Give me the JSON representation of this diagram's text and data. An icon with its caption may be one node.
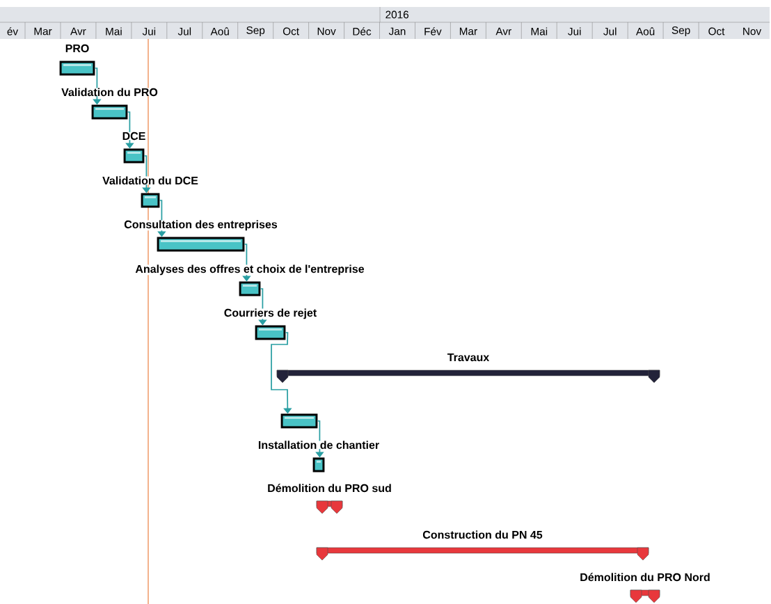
{
  "diagram": {
    "nodes": [
      {
        "text": [
          "PRO"
        ]
      },
      {
        "text": [
          "Validation du PRO"
        ]
      },
      {
        "text": [
          "DCE"
        ]
      },
      {
        "text": [
          "Validation du DCE"
        ]
      },
      {
        "text": [
          "Consultation des entreprises"
        ]
      },
      {
        "text": [
          "Analyses des offres et choix de l'entreprise"
        ]
      },
      {
        "text": [
          "Courriers de rejet"
        ]
      },
      {
        "text": [
          "Travaux"
        ]
      },
      {
        "text": [],
        "shape": "bar"
      },
      {
        "text": [
          "Installation de chantier"
        ]
      },
      {
        "text": [
          "Démolition du PRO sud"
        ]
      },
      {
        "text": [
          "Construction du PN 45"
        ]
      },
      {
        "text": [
          "Démolition du PRO Nord"
        ]
      }
    ],
    "edges": [
      {
        "from": 0,
        "to": 1,
        "arrow": "to"
      },
      {
        "from": 1,
        "to": 2,
        "arrow": "to"
      },
      {
        "from": 2,
        "to": 3,
        "arrow": "to"
      },
      {
        "from": 3,
        "to": 4,
        "arrow": "to"
      },
      {
        "from": 4,
        "to": 5,
        "arrow": "to"
      },
      {
        "from": 5,
        "to": 6,
        "arrow": "to"
      },
      {
        "from": 6,
        "to": 8,
        "arrow": "to"
      },
      {
        "from": 8,
        "to": 9,
        "arrow": "to"
      }
    ],
    "labels": [
      "2016",
      "év",
      "Mar",
      "Avr",
      "Mai",
      "Jui",
      "Jul",
      "Aoû",
      "Sep",
      "Oct",
      "Nov",
      "Déc",
      "Jan",
      "Fév",
      "Mar",
      "Avr",
      "Mai",
      "Jui",
      "Jul",
      "Aoû",
      "Sep",
      "Oct",
      "Nov"
    ]
  }
}
